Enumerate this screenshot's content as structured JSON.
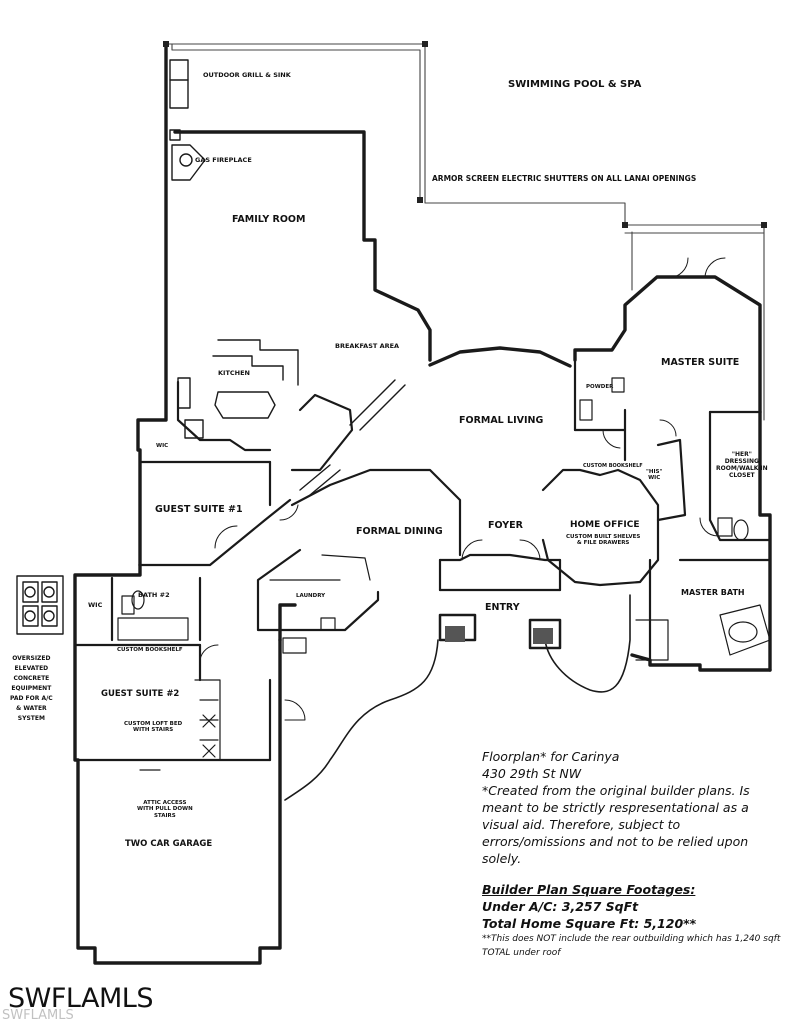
{
  "rooms": {
    "outdoor_grill": "OUTDOOR GRILL & SINK",
    "pool": "SWIMMING POOL & SPA",
    "gas_fireplace": "GAS FIREPLACE",
    "armor_screen": "ARMOR SCREEN ELECTRIC SHUTTERS ON ALL LANAI OPENINGS",
    "family_room": "FAMILY ROOM",
    "breakfast_area": "BREAKFAST AREA",
    "kitchen": "KITCHEN",
    "master_suite": "MASTER SUITE",
    "formal_living": "FORMAL LIVING",
    "wic_kitchen": "WIC",
    "powder": "POWDER",
    "custom_bookshelf_office": "CUSTOM BOOKSHELF",
    "his_wic": "\"HIS\"\nWIC",
    "her_closet": "\"HER\"\nDRESSING\nROOM/WALK-IN\nCLOSET",
    "guest_suite_1": "GUEST SUITE #1",
    "formal_dining": "FORMAL DINING",
    "foyer": "FOYER",
    "home_office": "HOME OFFICE",
    "office_note": "CUSTOM BUILT SHELVES\n& FILE DRAWERS",
    "laundry": "LAUNDRY",
    "entry": "ENTRY",
    "master_bath": "MASTER BATH",
    "wic_guest2": "WIC",
    "bath_2": "BATH #2",
    "custom_bookshelf_guest": "CUSTOM BOOKSHELF",
    "equipment_pad": "OVERSIZED\nELEVATED\nCONCRETE\nEQUIPMENT\nPAD FOR A/C\n& WATER\nSYSTEM",
    "guest_suite_2": "GUEST SUITE #2",
    "loft_bed": "CUSTOM LOFT BED\nWITH STAIRS",
    "attic_access": "ATTIC ACCESS\nWITH PULL DOWN\nSTAIRS",
    "garage": "TWO CAR GARAGE"
  },
  "info": {
    "line1": "Floorplan* for Carinya",
    "line2": "430 29th St NW",
    "disclaimer": "*Created from the original builder plans. Is meant to be strictly respresentational as a visual aid. Therefore, subject to errors/omissions and not to be relied upon solely.",
    "sqft_heading": "Builder Plan Square Footages:",
    "under_ac": "Under A/C: 3,257 SqFt",
    "total": "Total Home Square Ft: 5,120**",
    "footnote": "**This does NOT include the rear outbuilding which has 1,240 sqft TOTAL under roof"
  },
  "watermark": "SWFLAMLS"
}
